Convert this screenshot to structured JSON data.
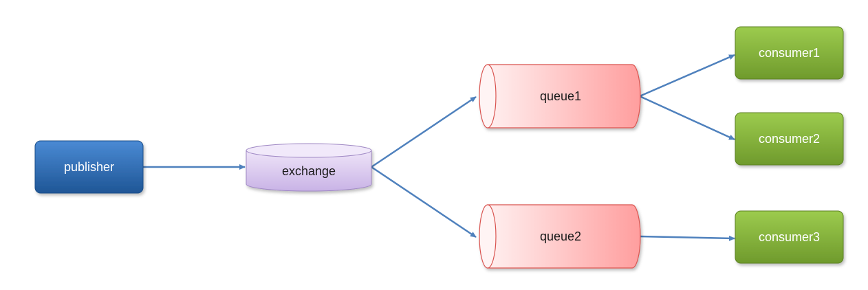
{
  "nodes": {
    "publisher": {
      "label": "publisher"
    },
    "exchange": {
      "label": "exchange"
    },
    "queue1": {
      "label": "queue1"
    },
    "queue2": {
      "label": "queue2"
    },
    "consumer1": {
      "label": "consumer1"
    },
    "consumer2": {
      "label": "consumer2"
    },
    "consumer3": {
      "label": "consumer3"
    }
  },
  "edges": [
    {
      "from": "publisher",
      "to": "exchange"
    },
    {
      "from": "exchange",
      "to": "queue1"
    },
    {
      "from": "exchange",
      "to": "queue2"
    },
    {
      "from": "queue1",
      "to": "consumer1"
    },
    {
      "from": "queue1",
      "to": "consumer2"
    },
    {
      "from": "queue2",
      "to": "consumer3"
    }
  ],
  "colors": {
    "publisher": "#2e6eb5",
    "exchange": "#d9c8ef",
    "queue": "#ffb3b3",
    "consumer": "#86b53a",
    "edge": "#4f81bd"
  }
}
